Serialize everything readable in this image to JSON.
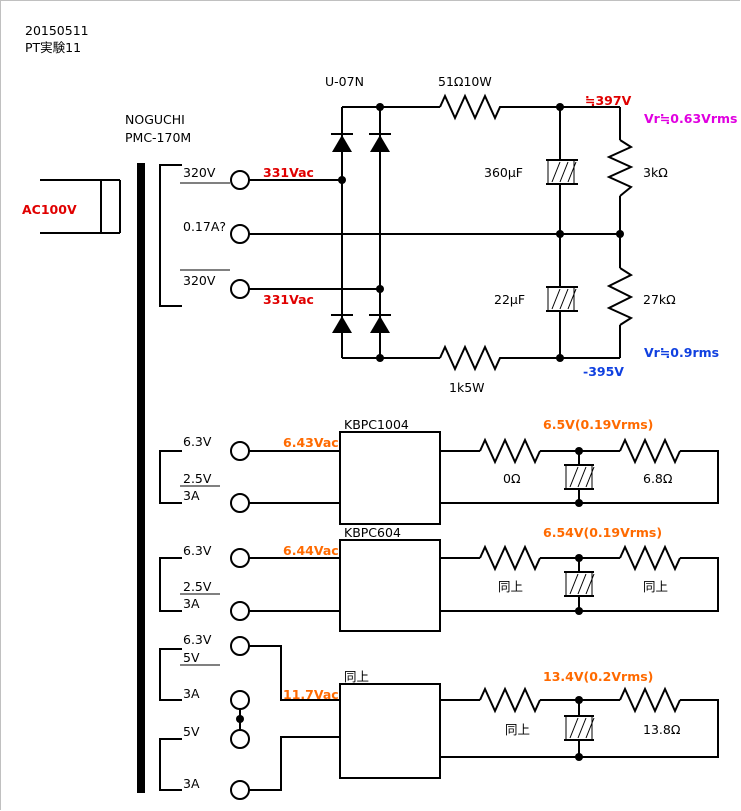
{
  "header": {
    "date": "20150511",
    "title": "PT実験11"
  },
  "transformer": {
    "maker": "NOGUCHI",
    "model": "PMC-170M",
    "input": "AC100V"
  },
  "hv_section": {
    "secondary_top": "320V",
    "center_tap": "0.17A?",
    "secondary_bottom": "320V",
    "v_top": "331Vac",
    "v_bottom": "331Vac",
    "diode": "U-07N",
    "r_top": "51Ω10W",
    "r_bottom": "1k5W",
    "c_top": "360μF",
    "c_bottom": "22μF",
    "r_load_top": "3kΩ",
    "r_load_bottom": "27kΩ",
    "v_pos": "≒397V",
    "v_neg": "-395V",
    "ripple_pos": "Vr≒0.63Vrms",
    "ripple_neg": "Vr≒0.9rms"
  },
  "heater1": {
    "tap_63": "6.3V",
    "tap_25": "2.5V",
    "current": "3A",
    "vac": "6.43Vac",
    "bridge": "KBPC1004",
    "vdc": "6.5V(0.19Vrms)",
    "r1": "0Ω",
    "r2": "6.8Ω"
  },
  "heater2": {
    "tap_63": "6.3V",
    "tap_25": "2.5V",
    "current": "3A",
    "vac": "6.44Vac",
    "bridge": "KBPC604",
    "vdc": "6.54V(0.19Vrms)",
    "r1": "同上",
    "r2": "同上"
  },
  "heater3": {
    "tap_63": "6.3V",
    "tap_5a": "5V",
    "current_a": "3A",
    "tap_5b": "5V",
    "current_b": "3A",
    "vac": "11.7Vac",
    "bridge": "同上",
    "vdc": "13.4V(0.2Vrms)",
    "r1": "同上",
    "r2": "13.8Ω"
  },
  "colors": {
    "red": "#e00000",
    "orange": "#ff6a00",
    "magenta": "#e000e0",
    "blue": "#1040e0",
    "wire": "#000000"
  }
}
